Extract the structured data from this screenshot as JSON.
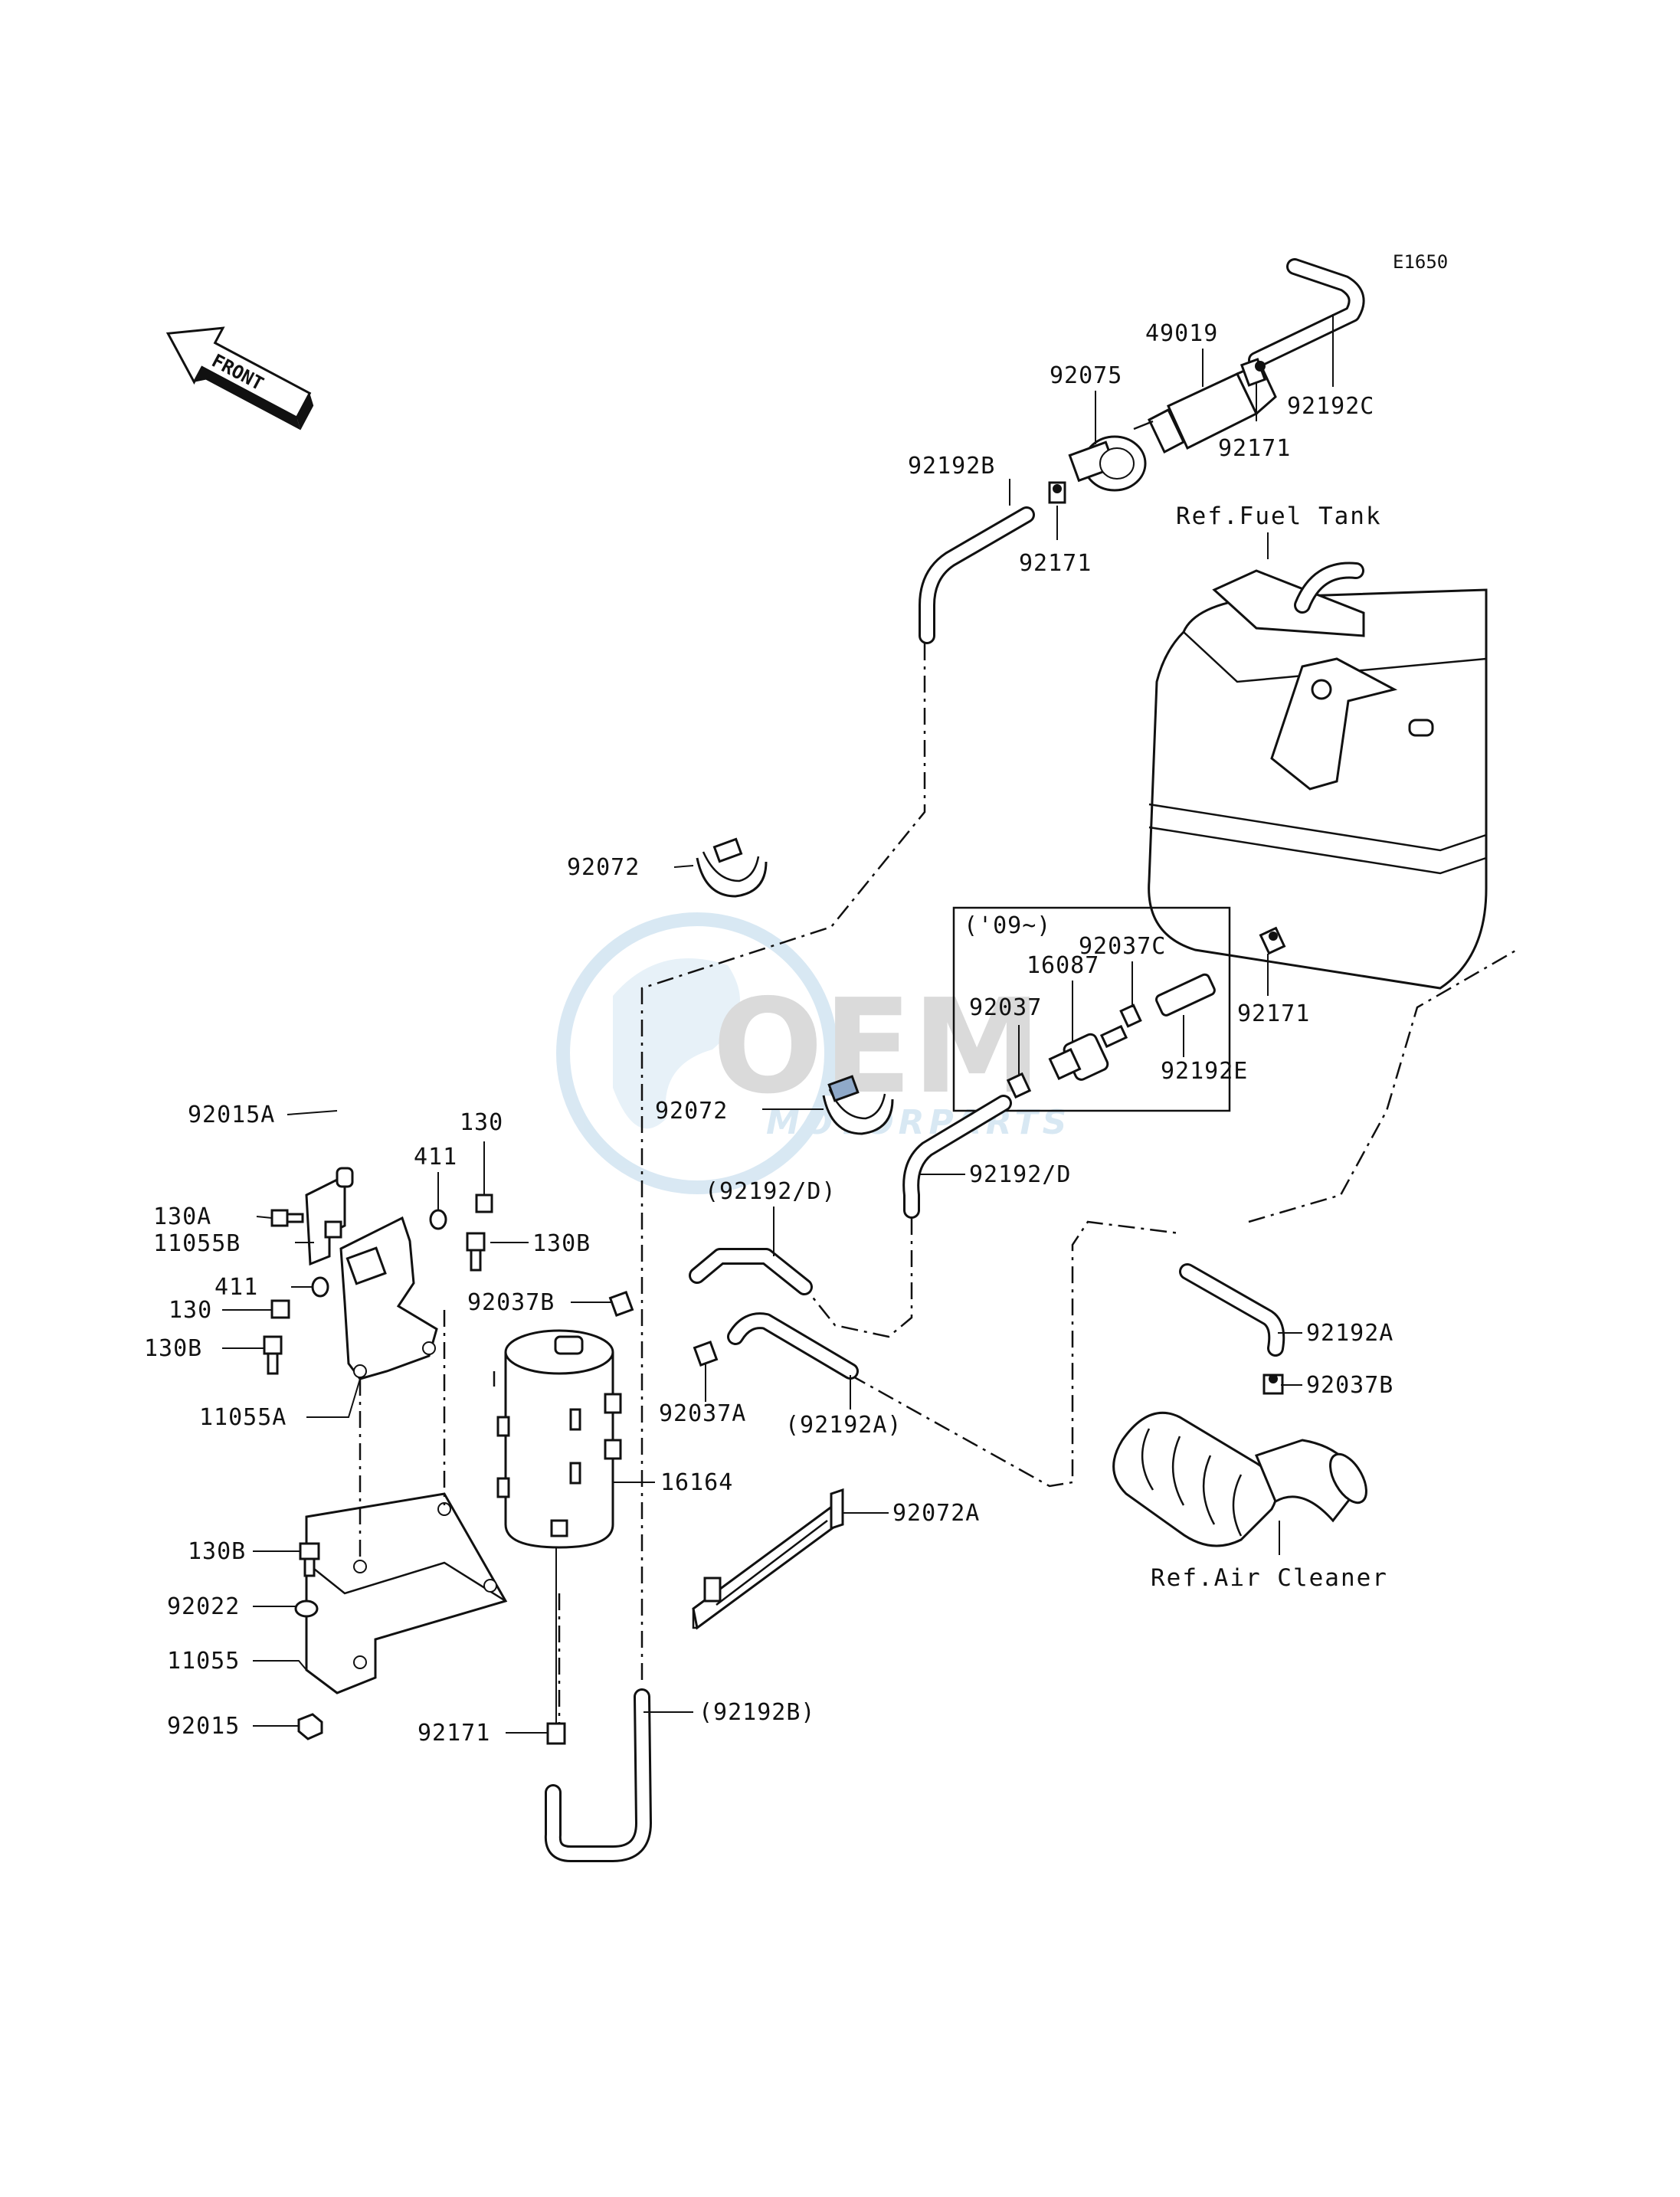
{
  "diagram_code": "E1650",
  "front_label": "FRONT",
  "watermark": {
    "brand": "OEM",
    "sub": "MOTORPARTS"
  },
  "references": {
    "fuel_tank": "Ref.Fuel Tank",
    "air_cleaner": "Ref.Air Cleaner"
  },
  "year_note": "('09~)",
  "labels": [
    {
      "id": "49019",
      "text": "49019"
    },
    {
      "id": "92075",
      "text": "92075"
    },
    {
      "id": "92192C",
      "text": "92192C"
    },
    {
      "id": "92171-top",
      "text": "92171"
    },
    {
      "id": "92192B",
      "text": "92192B"
    },
    {
      "id": "92171-mid",
      "text": "92171"
    },
    {
      "id": "92072-top",
      "text": "92072"
    },
    {
      "id": "92037C",
      "text": "92037C"
    },
    {
      "id": "16087",
      "text": "16087"
    },
    {
      "id": "92037",
      "text": "92037"
    },
    {
      "id": "92171-right",
      "text": "92171"
    },
    {
      "id": "92192E",
      "text": "92192E"
    },
    {
      "id": "92072-mid",
      "text": "92072"
    },
    {
      "id": "92192D",
      "text": "92192/D"
    },
    {
      "id": "92192D-paren",
      "text": "(92192/D)"
    },
    {
      "id": "92015A",
      "text": "92015A"
    },
    {
      "id": "130-top",
      "text": "130"
    },
    {
      "id": "411-top",
      "text": "411"
    },
    {
      "id": "130A",
      "text": "130A"
    },
    {
      "id": "11055B",
      "text": "11055B"
    },
    {
      "id": "130B-top",
      "text": "130B"
    },
    {
      "id": "411-mid",
      "text": "411"
    },
    {
      "id": "130-mid",
      "text": "130"
    },
    {
      "id": "92037B-left",
      "text": "92037B"
    },
    {
      "id": "130B-mid",
      "text": "130B"
    },
    {
      "id": "92192A",
      "text": "92192A"
    },
    {
      "id": "92037B-right",
      "text": "92037B"
    },
    {
      "id": "11055A",
      "text": "11055A"
    },
    {
      "id": "92037A",
      "text": "92037A"
    },
    {
      "id": "92192A-paren",
      "text": "(92192A)"
    },
    {
      "id": "16164",
      "text": "16164"
    },
    {
      "id": "92072A",
      "text": "92072A"
    },
    {
      "id": "130B-low",
      "text": "130B"
    },
    {
      "id": "92022",
      "text": "92022"
    },
    {
      "id": "11055",
      "text": "11055"
    },
    {
      "id": "92015",
      "text": "92015"
    },
    {
      "id": "92171-bottom",
      "text": "92171"
    },
    {
      "id": "92192B-paren",
      "text": "(92192B)"
    }
  ]
}
